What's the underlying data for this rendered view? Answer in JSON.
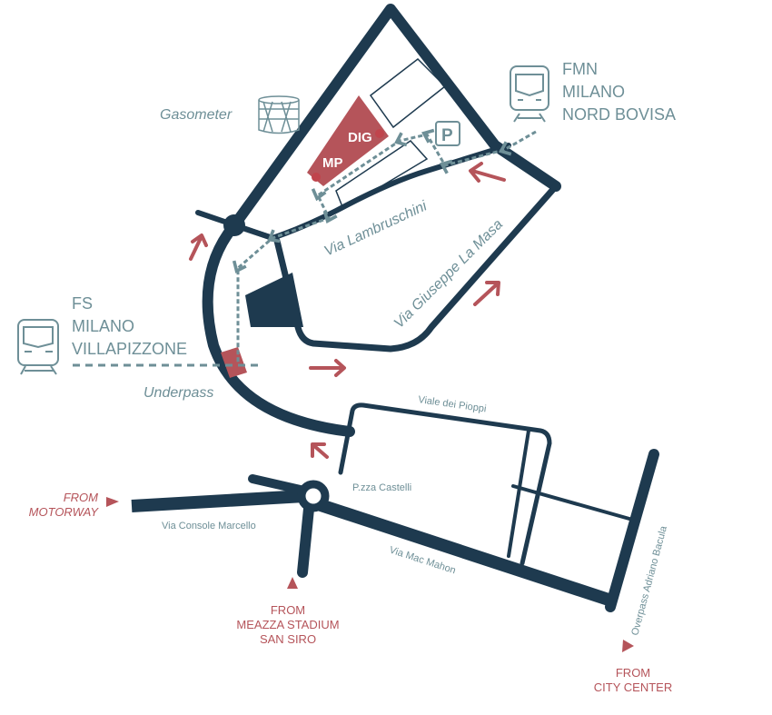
{
  "colors": {
    "road": "#1e3a4f",
    "accent": "#b5545a",
    "label": "#6e8f97"
  },
  "labels": {
    "gasometer": "Gasometer",
    "dig": "DIG",
    "mp": "MP",
    "parking": "P",
    "fmn": [
      "FMN",
      "MILANO",
      "NORD BOVISA"
    ],
    "fs": [
      "FS",
      "MILANO",
      "VILLAPIZZONE"
    ],
    "underpass": "Underpass",
    "via_lambruschini": "Via Lambruschini",
    "via_la_masa": "Via Giuseppe La Masa",
    "viale_pioppi": "Viale dei Pioppi",
    "pzza_castelli": "P.zza Castelli",
    "via_console": "Via Console Marcello",
    "via_mac_mahon": "Via Mac Mahon",
    "overpass": "Overpass Adriano Bacula",
    "from_motorway": [
      "FROM",
      "MOTORWAY"
    ],
    "from_meazza": [
      "FROM",
      "MEAZZA STADIUM",
      "SAN SIRO"
    ],
    "from_city": [
      "FROM",
      "CITY CENTER"
    ]
  }
}
